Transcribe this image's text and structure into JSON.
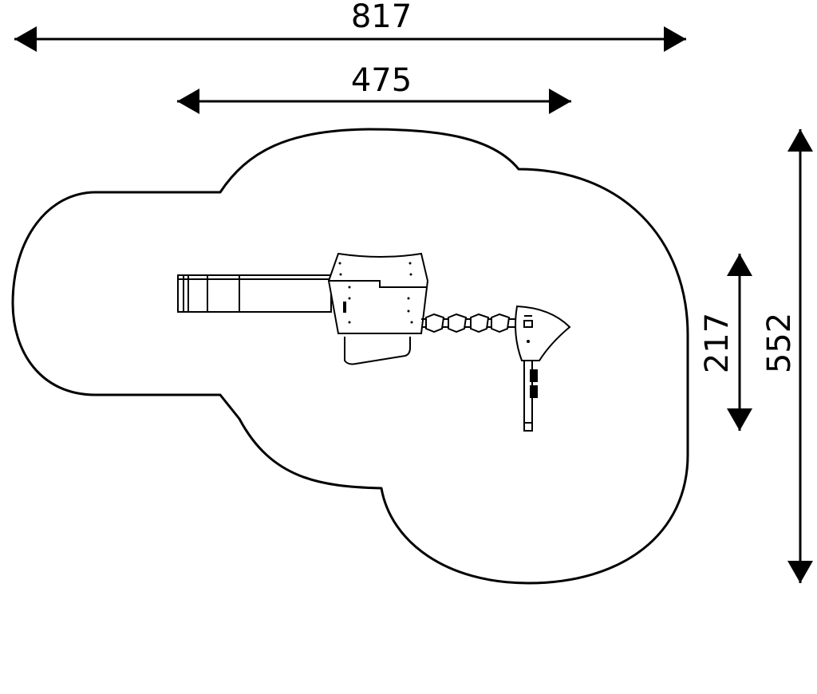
{
  "dimensions": {
    "overall_width": "817",
    "equipment_width": "475",
    "equipment_depth": "217",
    "overall_depth": "552"
  },
  "colors": {
    "line": "#000000",
    "background": "#ffffff"
  }
}
